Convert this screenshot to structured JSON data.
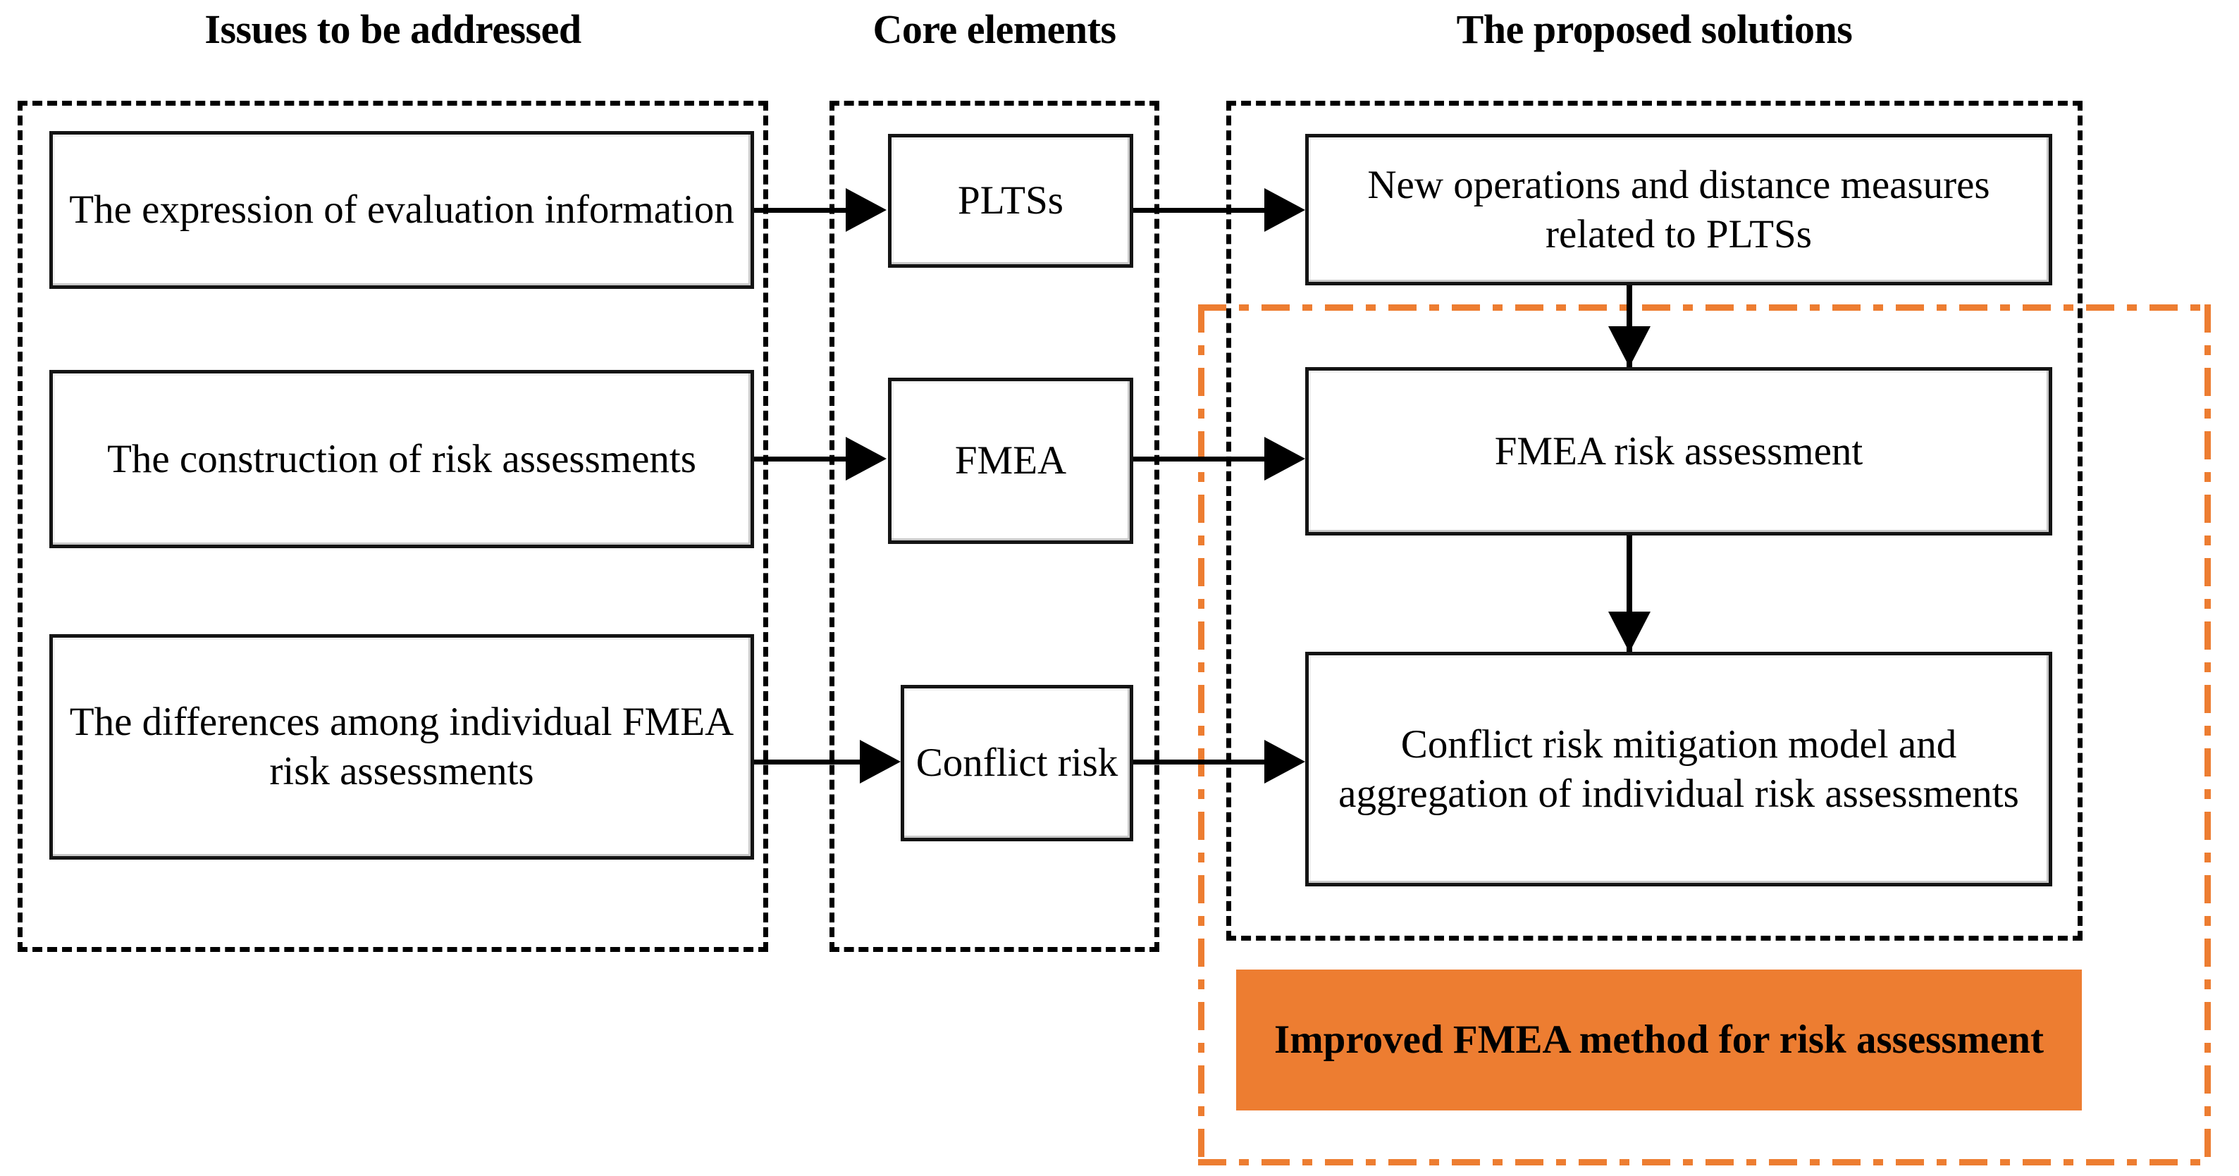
{
  "diagram": {
    "title_row": {
      "issues": "Issues to be addressed",
      "core": "Core elements",
      "solutions": "The proposed solutions"
    },
    "columns": {
      "issues": {
        "boxes": [
          {
            "id": "expression",
            "label": "The expression of evaluation information"
          },
          {
            "id": "construction",
            "label": "The construction of risk assessments"
          },
          {
            "id": "differences",
            "label": "The differences among individual FMEA risk assessments"
          }
        ]
      },
      "core": {
        "boxes": [
          {
            "id": "plts",
            "label": "PLTSs"
          },
          {
            "id": "fmea",
            "label": "FMEA"
          },
          {
            "id": "conflict",
            "label": "Conflict risk"
          }
        ]
      },
      "solutions": {
        "boxes": [
          {
            "id": "newops",
            "label": "New operations and distance measures related to PLTSs"
          },
          {
            "id": "fmearisk",
            "label": "FMEA risk assessment"
          },
          {
            "id": "mitigation",
            "label": "Conflict risk mitigation model and aggregation of individual risk assessments"
          }
        ]
      }
    },
    "highlight": {
      "id": "improved",
      "label": "Improved FMEA method for risk assessment",
      "fill_color": "#ED7D31",
      "border_color": "#ED7D31",
      "border_style": "dash-dot"
    },
    "connectors": [
      {
        "from": "expression",
        "to": "plts",
        "direction": "right"
      },
      {
        "from": "construction",
        "to": "fmea",
        "direction": "right"
      },
      {
        "from": "differences",
        "to": "conflict",
        "direction": "right"
      },
      {
        "from": "plts",
        "to": "newops",
        "direction": "right"
      },
      {
        "from": "fmea",
        "to": "fmearisk",
        "direction": "right"
      },
      {
        "from": "conflict",
        "to": "mitigation",
        "direction": "right"
      },
      {
        "from": "newops",
        "to": "fmearisk",
        "direction": "down"
      },
      {
        "from": "fmearisk",
        "to": "mitigation",
        "direction": "down"
      }
    ],
    "group_border_color": "#000000",
    "group_border_style": "dashed",
    "box_border_color": "#141414",
    "background_color": "#FFFFFF"
  }
}
